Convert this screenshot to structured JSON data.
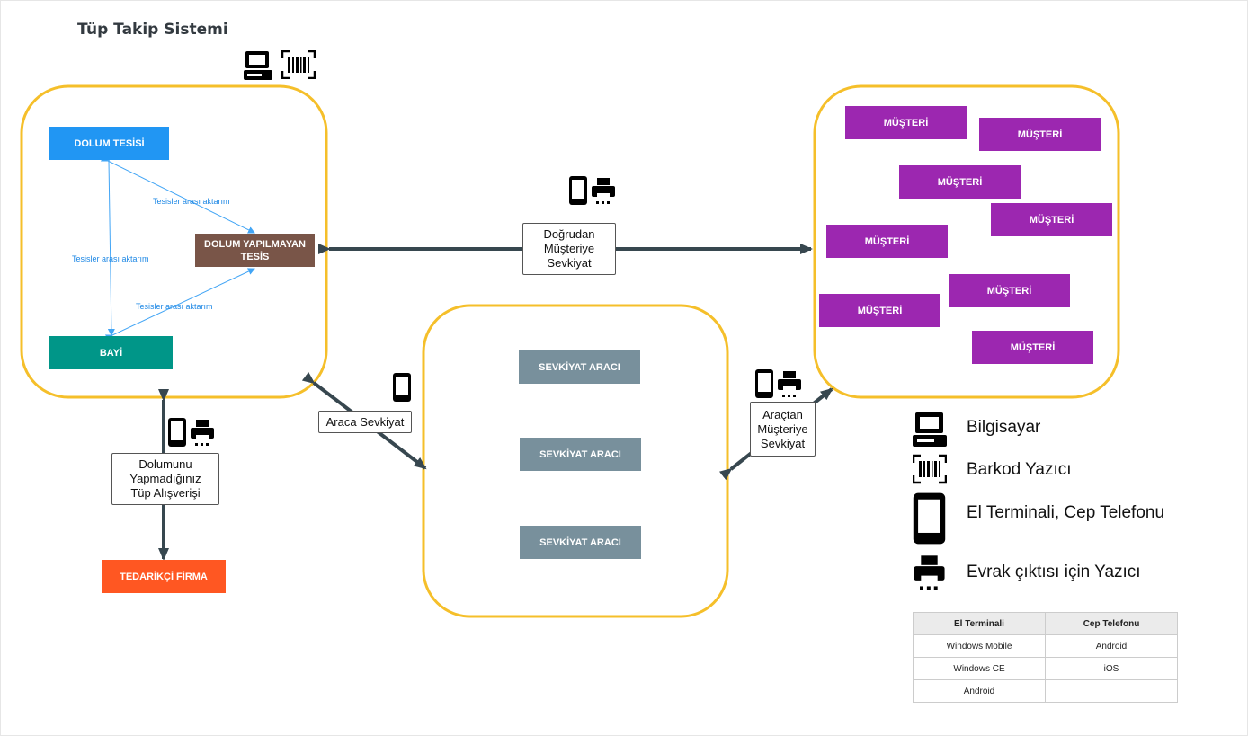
{
  "title": "Tüp Takip Sistemi",
  "nodes": {
    "dolum_tesisi": "DOLUM TESİSİ",
    "dolum_yapilmayan": "DOLUM YAPILMAYAN TESİS",
    "bayi": "BAYİ",
    "tedarikci": "TEDARİKÇİ FİRMA",
    "sevkiyat_araci": [
      "SEVKİYAT ARACI",
      "SEVKİYAT ARACI",
      "SEVKİYAT ARACI"
    ],
    "musteri": [
      "MÜŞTERİ",
      "MÜŞTERİ",
      "MÜŞTERİ",
      "MÜŞTERİ",
      "MÜŞTERİ",
      "MÜŞTERİ",
      "MÜŞTERİ",
      "MÜŞTERİ"
    ]
  },
  "edge_labels": {
    "transfer_1": "Tesisler arası aktarım",
    "transfer_2": "Tesisler arası aktarım",
    "transfer_3": "Tesisler arası aktarım",
    "direct": "Doğrudan Müşteriye Sevkiyat",
    "to_vehicle": "Araca Sevkiyat",
    "vehicle_to_customer": "Araçtan Müşteriye Sevkiyat",
    "supplier": "Dolumunu Yapmadığınız Tüp Alışverişi"
  },
  "legend": {
    "computer": "Bilgisayar",
    "barcode": "Barkod Yazıcı",
    "terminal": "El Terminali, Cep Telefonu",
    "printer": "Evrak çıktısı için Yazıcı"
  },
  "table": {
    "headers": [
      "El Terminali",
      "Cep Telefonu"
    ],
    "rows": [
      [
        "Windows Mobile",
        "Android"
      ],
      [
        "Windows CE",
        "iOS"
      ],
      [
        "Android",
        ""
      ]
    ]
  },
  "colors": {
    "group_border": "#f5bf2a",
    "dolum_tesisi": "#2196f3",
    "dolum_yapilmayan": "#795548",
    "bayi": "#009688",
    "tedarikci": "#ff5722",
    "sevkiyat": "#78909c",
    "musteri": "#9c27b0",
    "arrow_dark": "#37474f",
    "arrow_blue": "#42a5f5"
  }
}
